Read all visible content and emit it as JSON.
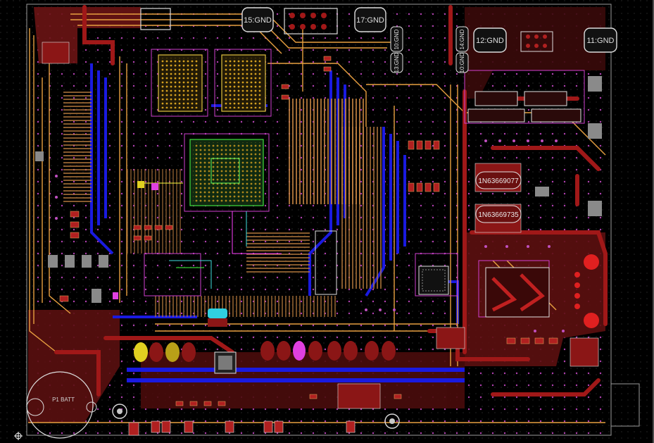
{
  "board": {
    "background": "#000000",
    "colors": {
      "top_copper": "#8b1a1a",
      "top_copper_bright": "#c0282a",
      "bottom_copper": "#1818d0",
      "silkscreen": "#e8b060",
      "keepout": "#d040d0",
      "mechanical": "#9a9a9a",
      "pad_yellow": "#e0d020",
      "pad_cyan": "#30d0e0",
      "pad_magenta": "#e040e0",
      "via_dot": "#c050c0"
    }
  },
  "labels": {
    "gnd_pads": [
      "15:GND",
      "17:GND",
      "12:GND",
      "11:GND"
    ],
    "vertical_pads": [
      "10:GND",
      "13:GND",
      "14:GND",
      "10:GND"
    ],
    "part_numbers": [
      "1N63669077",
      "1N63669735"
    ],
    "battery": "P1 BATT"
  },
  "icons": {
    "origin_marker": "crosshair-icon"
  }
}
